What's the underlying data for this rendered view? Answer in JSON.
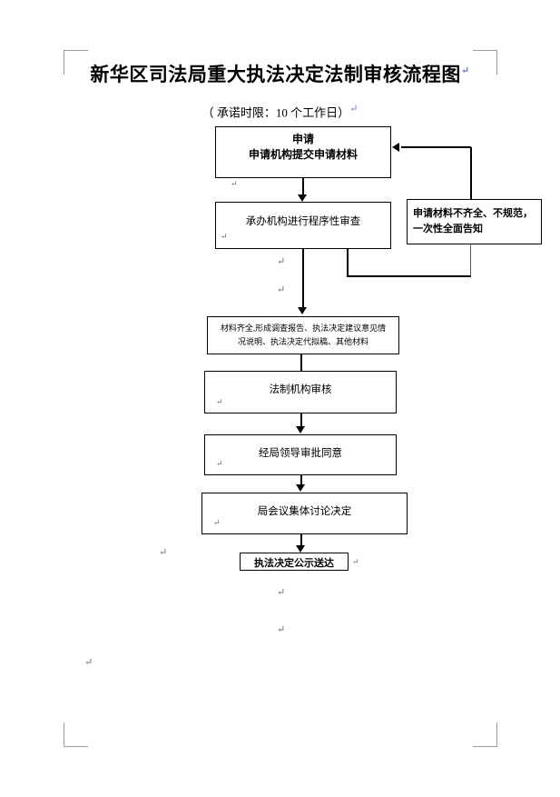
{
  "document": {
    "title": "新华区司法局重大执法决定法制审核流程图",
    "subtitle": "（  承诺时限：10 个工作日）",
    "paragraph_mark": "↵"
  },
  "flowchart": {
    "type": "flowchart",
    "nodes": [
      {
        "id": "apply",
        "lines": [
          "申请",
          "申请机构提交申请材料"
        ],
        "bold": true,
        "align": "center"
      },
      {
        "id": "procedure",
        "lines": [
          "承办机构进行程序性审查"
        ],
        "bold": false,
        "align": "center"
      },
      {
        "id": "notice",
        "lines": [
          "申请材料不齐全、不规范，",
          "一次性全面告知"
        ],
        "bold": true,
        "align": "left"
      },
      {
        "id": "materials",
        "lines": [
          "材料齐全,形成调查报告、执法决定建议意见情",
          "况说明、执法决定代拟稿、其他材料"
        ],
        "bold": false,
        "align": "center"
      },
      {
        "id": "legal_review",
        "lines": [
          "法制机构审核"
        ],
        "bold": false,
        "align": "center"
      },
      {
        "id": "leader_approval",
        "lines": [
          "经局领导审批同意"
        ],
        "bold": false,
        "align": "center"
      },
      {
        "id": "meeting_decision",
        "lines": [
          "局会议集体讨论决定"
        ],
        "bold": false,
        "align": "center"
      },
      {
        "id": "publish",
        "lines": [
          "执法决定公示送达"
        ],
        "bold": true,
        "align": "center"
      }
    ],
    "edges": [
      {
        "from": "apply",
        "to": "procedure",
        "kind": "arrow-down"
      },
      {
        "from": "procedure",
        "to": "notice",
        "kind": "branch-right-up"
      },
      {
        "from": "notice",
        "to": "apply",
        "kind": "feedback-left-arrow"
      },
      {
        "from": "procedure",
        "to": "materials",
        "kind": "arrow-down"
      },
      {
        "from": "materials",
        "to": "legal_review",
        "kind": "line-down"
      },
      {
        "from": "legal_review",
        "to": "leader_approval",
        "kind": "arrow-down"
      },
      {
        "from": "leader_approval",
        "to": "meeting_decision",
        "kind": "arrow-down"
      },
      {
        "from": "meeting_decision",
        "to": "publish",
        "kind": "arrow-down"
      }
    ]
  },
  "marks": {
    "pilcrows": [
      "↵",
      "↵",
      "↵",
      "↵",
      "↵",
      "↵",
      "↵",
      "↵",
      "↵",
      "↵"
    ]
  },
  "colors": {
    "ink": "#000000",
    "crop_mark": "#9a9a9a",
    "editor_mark": "#6b6b6b",
    "paper": "#ffffff"
  }
}
